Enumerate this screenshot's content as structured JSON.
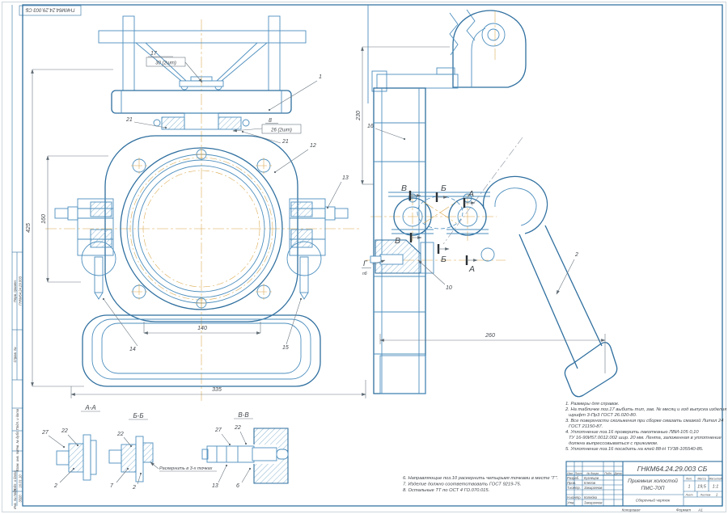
{
  "stamps": {
    "top_left": "ГНКМ64.24.29.003 СБ"
  },
  "strip": {
    "perv": "Перв. примен.",
    "perv_val": "ГНКМ64.24.29.003",
    "sprav": "Справ. №",
    "pd1": "Подп. и дата",
    "dub": "Инв. № дубл.",
    "vzam": "Взам. инв. №",
    "pd2": "Подп. и дата",
    "pd2_val": "16.01.10",
    "podl": "Инв. № подл.",
    "podl_val": "3320"
  },
  "front": {
    "d425": "425",
    "d160": "160",
    "d140": "140",
    "d335": "335",
    "c17": "17",
    "c30": "30 (2шт)",
    "c8": "8",
    "c26": "26 (2шт)",
    "p1": "1",
    "p12": "12",
    "p13": "13",
    "p14": "14",
    "p15": "15",
    "p21a": "21",
    "p21b": "21"
  },
  "side": {
    "d230": "230",
    "d260": "260",
    "p16": "16",
    "p10": "10",
    "p2": "2",
    "sA": "А",
    "sB": "Б",
    "sV": "В",
    "g": "Г",
    "g2": "пб"
  },
  "sections": {
    "aa": {
      "t": "А-А",
      "p27": "27",
      "p22": "22",
      "p2": "2"
    },
    "bb": {
      "t": "Б-Б",
      "p22": "22",
      "p7": "7",
      "p2": "2",
      "note": "Раскернить в 3-х точках"
    },
    "vv": {
      "t": "В-В",
      "p27": "27",
      "p22": "22",
      "p13": "13",
      "p6": "6"
    }
  },
  "notes": [
    "1. Размеры для справок.",
    "2. На табличке поз.17 выбить тип, зав. № месяц и год выпуска изделия",
    "шрифт 3-Пр3 ГОСТ 26.020-80.",
    "3. Все поверхности скольжения при сборке смазать смазкой Литол 24",
    "ГОСТ 21150-87.",
    "4. Уплотнение поз.16 проверить лакотканью ЛВИ-105 0,10",
    "ТУ 16-90И57.0012.002 шир. 20 мм. Лента, заложенная в уплотнение",
    "должна выпрессовываться с прижимом.",
    "5. Уплотнение поз.16 посадить на клей 88-Н ТУ38-105540-85."
  ],
  "notes2": [
    "6. Направляющие поз.10 раскернить четырьмя точками в месте \"Г\".",
    "7. Изделие должно соответствовать ГОСТ 9219-75.",
    "8. Остальные ТТ по ОСТ 4 ГО.070.015."
  ],
  "tb": {
    "doc_number": "ГНКМ64.24.29.003 СБ",
    "name_line1": "Приемник холостой",
    "name_line2": "ПМС-70П",
    "doc_type": "Сборочный чертеж",
    "col_izm": "Изм.",
    "col_list": "Лист",
    "col_doc": "№ докум.",
    "col_podp": "Подп.",
    "col_data": "Дата",
    "rows": [
      {
        "role": "Разраб.",
        "name": "Кузнецов"
      },
      {
        "role": "Пров.",
        "name": "Клепов"
      },
      {
        "role": "Т.контр.",
        "name": "Закирзянов"
      },
      {
        "role": "Н.контр.",
        "name": "Копейко"
      },
      {
        "role": "Утв.",
        "name": "Закирзянов"
      }
    ],
    "lit_header": "Лит.",
    "mass_header": "Масса",
    "scale_header": "Масштаб",
    "lit_value": "1",
    "mass_value": "19,5",
    "scale_value": "1:1",
    "sheet_label": "Лист",
    "sheets_label": "Листов",
    "sheets_value": "1",
    "kopiroval": "Копировал",
    "format_label": "Формат",
    "format_value": "А1"
  }
}
